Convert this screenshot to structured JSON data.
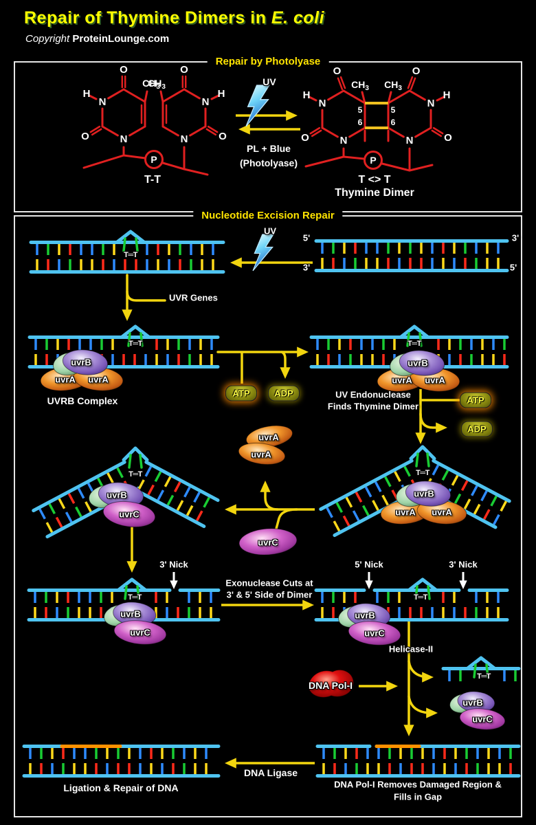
{
  "header": {
    "title_main": "Repair of Thymine Dimers in",
    "title_species": "E. coli",
    "copyright_word": "Copyright",
    "brand": "ProteinLounge.com"
  },
  "colors": {
    "background": "#000000",
    "title_yellow": "#ffff00",
    "panel_title_yellow": "#ffe400",
    "panel_border": "#e6e6e6",
    "dna_rail_blue": "#4fc3f0",
    "tick_blue": "#2e8bff",
    "tick_green": "#19cc33",
    "tick_yellow": "#ffd91a",
    "tick_red": "#ff2a1a",
    "new_dna_orange": "#ff9100",
    "arrow_yellow": "#f2d50f",
    "chem_red": "#e02020",
    "chem_bond_yellow": "#f0c020",
    "uv_bolt_blue": "#59b7f2",
    "uvrA_orange": "#f0952a",
    "uvrB_purple": "#a98fd8",
    "uvrC_magenta": "#d060c8",
    "pol_red": "#e01010",
    "atp_glow": "#ff8c00"
  },
  "photolyase": {
    "panel_title": "Repair by Photolyase",
    "uv": "UV",
    "enzyme_line1": "PL + Blue",
    "enzyme_line2": "(Photolyase)",
    "substrate_label": "T-T",
    "product_label": "T <> T",
    "product_name": "Thymine Dimer",
    "atoms": {
      "o": "O",
      "n": "N",
      "h": "H",
      "ch": "CH",
      "three": "3",
      "p": "P",
      "five": "5",
      "six": "6"
    }
  },
  "ner": {
    "panel_title": "Nucleotide Excision Repair",
    "uv": "UV",
    "five_prime": "5'",
    "three_prime": "3'",
    "tt": "T═T",
    "uvr_genes": "UVR Genes",
    "uvrA": "uvrA",
    "uvrB": "uvrB",
    "uvrC": "uvrC",
    "uvrb_complex": "UVRB Complex",
    "atp": "ATP",
    "adp": "ADP",
    "endo_line1": "UV Endonuclease",
    "endo_line2": "Finds Thymine Dimer",
    "nick3": "3' Nick",
    "nick5": "5' Nick",
    "exo_line1": "Exonuclease Cuts at",
    "exo_line2": "3' & 5' Side of Dimer",
    "helicase": "Helicase-II",
    "dna_pol": "DNA Pol-I",
    "dna_ligase": "DNA Ligase",
    "ligation_label": "Ligation & Repair of DNA",
    "fill_line1": "DNA Pol-I Removes Damaged Region &",
    "fill_line2": "Fills in Gap"
  }
}
